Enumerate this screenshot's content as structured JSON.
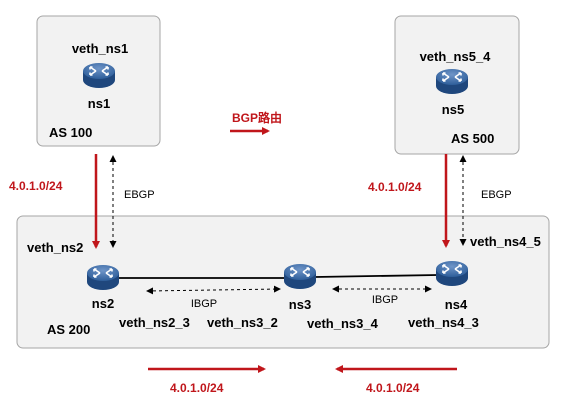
{
  "colors": {
    "route_red": "#c0161b",
    "box_fill": "#f2f2f2",
    "box_stroke": "#a6a6a6",
    "router_blue": "#2e5e9a"
  },
  "icons": {
    "router": "router-icon"
  },
  "as100": {
    "iface": "veth_ns1",
    "node": "ns1",
    "as_label": "AS 100"
  },
  "as500": {
    "iface": "veth_ns5_4",
    "node": "ns5",
    "as_label": "AS 500"
  },
  "as200": {
    "as_label": "AS 200",
    "nodes": [
      "ns2",
      "ns3",
      "ns4"
    ],
    "ifaces": {
      "ns2_up": "veth_ns2",
      "ns4_up": "veth_ns4_5",
      "ns2_3": "veth_ns2_3",
      "ns3_2": "veth_ns3_2",
      "ns3_4": "veth_ns3_4",
      "ns4_3": "veth_ns4_3"
    },
    "ibgp": [
      "IBGP",
      "IBGP"
    ]
  },
  "links": {
    "ebgp_left": "EBGP",
    "ebgp_right": "EBGP"
  },
  "legend": {
    "bgp_route": "BGP路由"
  },
  "routes": {
    "left_down": "4.0.1.0/24",
    "right_down": "4.0.1.0/24",
    "bottom_left": "4.0.1.0/24",
    "bottom_right": "4.0.1.0/24"
  }
}
